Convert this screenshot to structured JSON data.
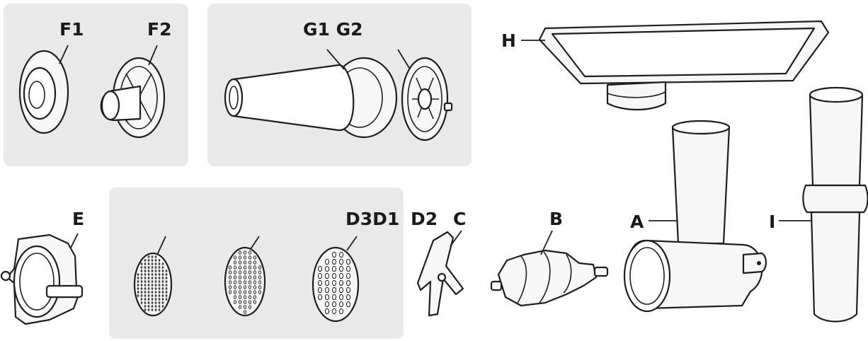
{
  "colors": {
    "panel": "#e9e9e9",
    "line": "#1e1e1e",
    "part_fill": "#f7f7f7"
  },
  "labels": {
    "F1": "F1",
    "F2": "F2",
    "G1G2": "G1 G2",
    "H": "H",
    "E": "E",
    "D3D1": "D3D1",
    "D2": "D2",
    "C": "C",
    "B": "B",
    "A": "A",
    "I": "I"
  }
}
